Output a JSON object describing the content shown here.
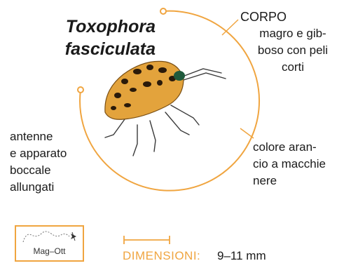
{
  "title": {
    "line1": "Toxophora",
    "line2": "fasciculata"
  },
  "annotations": {
    "body_heading": "CORPO",
    "body_lines": [
      "magro e gib-",
      "boso con peli",
      "corti"
    ],
    "color_lines": [
      "colore aran-",
      "cio a macchie",
      "nere"
    ],
    "antenna_lines": [
      "antenne",
      "e apparato",
      "boccale",
      "allungati"
    ]
  },
  "period": {
    "label": "Mag–Ott",
    "icon": "flight-path-icon"
  },
  "dimensions": {
    "label": "DIMENSIONI:",
    "value": "9–11 mm",
    "icon": "measure-bar-icon"
  },
  "colors": {
    "accent": "#f0a540",
    "text": "#1a1a1a"
  }
}
